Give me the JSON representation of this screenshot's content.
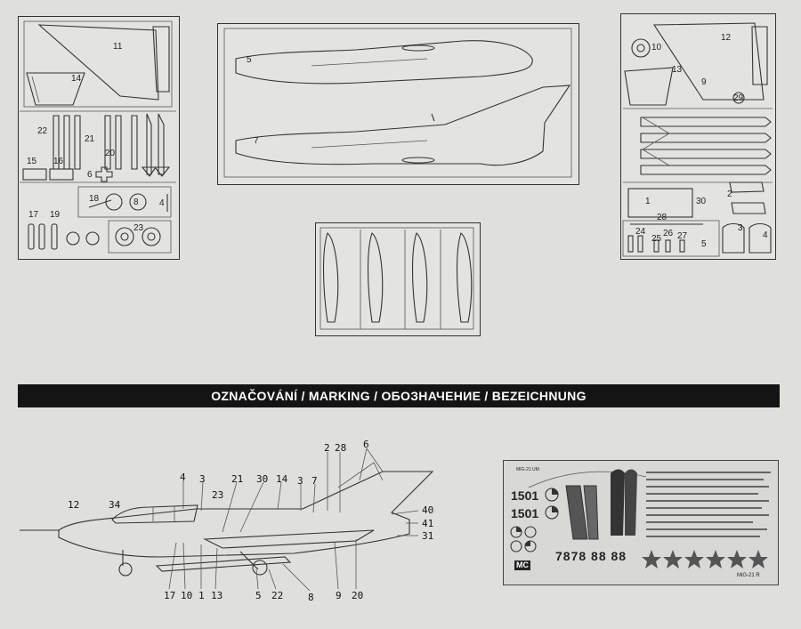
{
  "banner": {
    "title": "OZNAČOVÁNÍ / MARKING / ОБОЗНАЧЕНИЕ / BEZEICHNUNG"
  },
  "sprue_left": {
    "parts": [
      "11",
      "14",
      "22",
      "21",
      "20",
      "15",
      "16",
      "6",
      "18",
      "8",
      "4",
      "17",
      "19",
      "23"
    ]
  },
  "sprue_fuselage": {
    "parts": [
      "5",
      "7"
    ]
  },
  "sprue_right": {
    "parts": [
      "10",
      "12",
      "13",
      "9",
      "29",
      "1",
      "30",
      "2",
      "28",
      "24",
      "25",
      "26",
      "27",
      "5",
      "3",
      "4"
    ]
  },
  "marking_callouts": {
    "top": [
      "4",
      "3",
      "23",
      "21",
      "30",
      "14",
      "3",
      "7",
      "2",
      "28",
      "6"
    ],
    "left": [
      "12",
      "34"
    ],
    "right": [
      "40",
      "41",
      "31"
    ],
    "bottom": [
      "17",
      "10",
      "1",
      "13",
      "5",
      "22",
      "8",
      "9",
      "20"
    ]
  },
  "decal_sheet": {
    "code_1": "1501",
    "code_2": "1501",
    "bottom_codes": "7878 88 88",
    "maker": "MC",
    "ref": "MiG-21 R",
    "header": "MIG-21 UM"
  }
}
